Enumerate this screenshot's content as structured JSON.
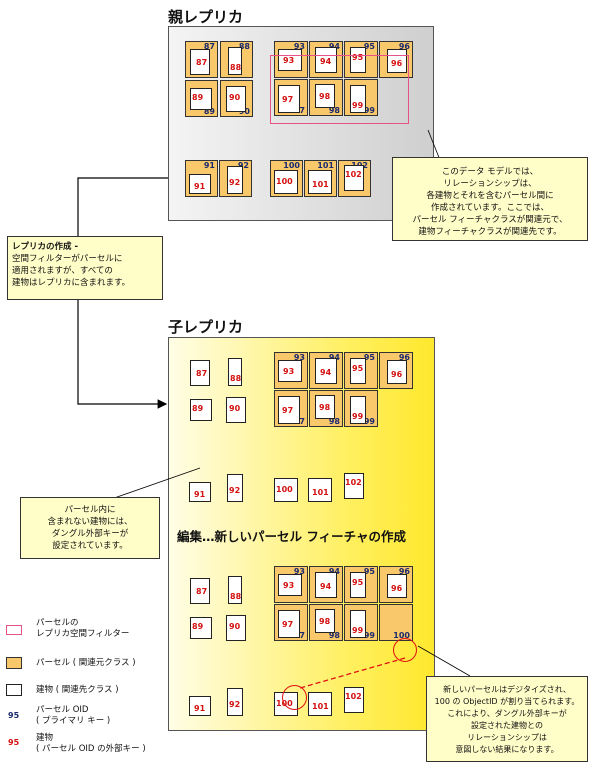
{
  "titles": {
    "parent": "親レプリカ",
    "child": "子レプリカ",
    "edit": "編集…新しいパーセル フィーチャの作成"
  },
  "notes": {
    "relationship": [
      "このデータ モデルでは、",
      "リレーションシップは、",
      "各建物とそれを含むパーセル間に",
      "作成されています。ここでは、",
      "パーセル フィーチャクラスが関連元で、",
      "建物フィーチャクラスが関連先です。"
    ],
    "replica_creation": [
      "レプリカの作成 -",
      "空間フィルターがパーセルに",
      "適用されますが、すべての",
      "建物はレプリカに含まれます。"
    ],
    "dangling": [
      "パーセル内に",
      "含まれない建物には、",
      "ダングル外部キーが",
      "設定されています。"
    ],
    "new_parcel": [
      "新しいパーセルはデジタイズされ、",
      "100 の ObjectID が割り当てられます。",
      "これにより、ダングル外部キーが",
      "設定された建物との",
      "リレーションシップは",
      "意図しない結果になります。"
    ]
  },
  "legend": {
    "filter": [
      "パーセルの",
      "レプリカ空間フィルター"
    ],
    "parcel": "パーセル ( 関連元クラス )",
    "building": "建物 ( 関連先クラス )",
    "oid_num": "95",
    "oid": [
      "パーセル OID",
      "( プライマリ キー )"
    ],
    "fk_num": "95",
    "fk": [
      "建物",
      "( パーセル OID の外部キー )"
    ]
  },
  "labels": {
    "p87": "87",
    "p88": "88",
    "p89": "89",
    "p90": "90",
    "p93": "93",
    "p94": "94",
    "p95": "95",
    "p96": "96",
    "p97": "97",
    "p98": "98",
    "p99": "99",
    "p91": "91",
    "p92": "92",
    "p100": "100",
    "p101": "101",
    "p102": "102"
  },
  "colors": {
    "parcel_fill": "#f8c86a",
    "filter": "#e8508a",
    "oid_text": "#1a2a6e",
    "fk_text": "#d41010",
    "note_fill": "#fffdc8"
  }
}
